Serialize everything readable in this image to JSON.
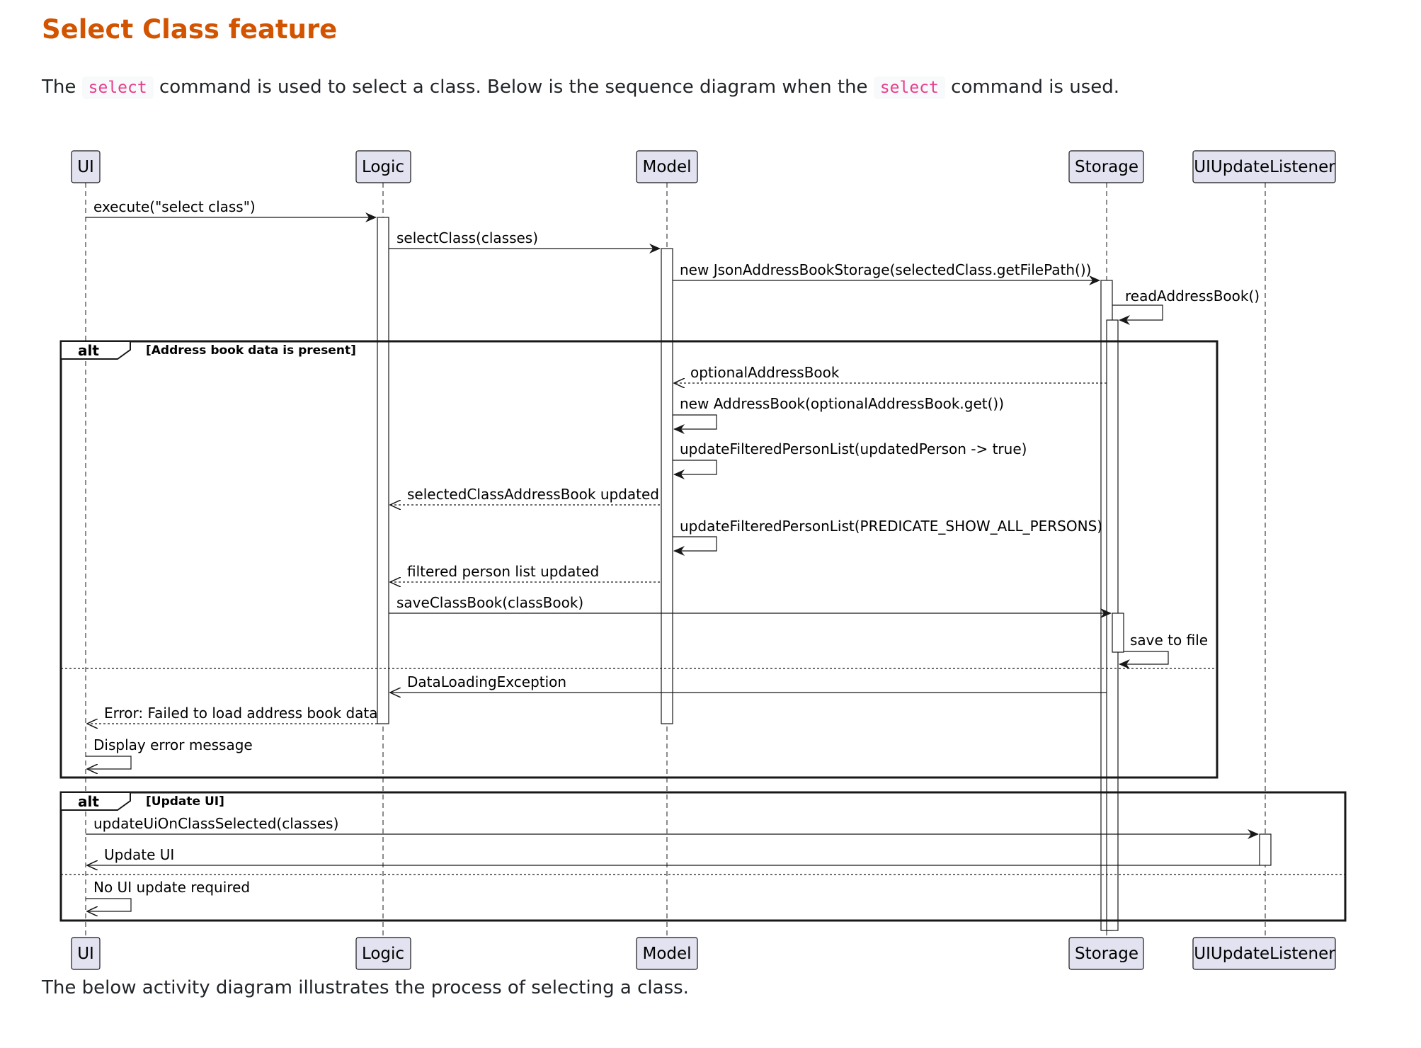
{
  "section": {
    "title": "Select Class feature",
    "intro": {
      "pre": "The",
      "code1": "select",
      "mid": "command is used to select a class. Below is the sequence diagram when the",
      "code2": "select",
      "post": "command is used."
    },
    "outro": "The below activity diagram illustrates the process of selecting a class."
  },
  "diagram": {
    "participants": [
      "UI",
      "Logic",
      "Model",
      "Storage",
      "UIUpdateListener"
    ],
    "messages": [
      {
        "id": "m1",
        "text": "execute(\"select class\")"
      },
      {
        "id": "m2",
        "text": "selectClass(classes)"
      },
      {
        "id": "m3",
        "text": "new JsonAddressBookStorage(selectedClass.getFilePath())"
      },
      {
        "id": "m4",
        "text": "readAddressBook()"
      },
      {
        "id": "m5",
        "text": "optionalAddressBook"
      },
      {
        "id": "m6",
        "text": "new AddressBook(optionalAddressBook.get())"
      },
      {
        "id": "m7",
        "text": "updateFilteredPersonList(updatedPerson -> true)"
      },
      {
        "id": "m8",
        "text": "selectedClassAddressBook updated"
      },
      {
        "id": "m9",
        "text": "updateFilteredPersonList(PREDICATE_SHOW_ALL_PERSONS)"
      },
      {
        "id": "m10",
        "text": "filtered person list updated"
      },
      {
        "id": "m11",
        "text": "saveClassBook(classBook)"
      },
      {
        "id": "m12",
        "text": "save to file"
      },
      {
        "id": "m13",
        "text": "DataLoadingException"
      },
      {
        "id": "m14",
        "text": "Error: Failed to load address book data"
      },
      {
        "id": "m15",
        "text": "Display error message"
      },
      {
        "id": "m16",
        "text": "updateUiOnClassSelected(classes)"
      },
      {
        "id": "m17",
        "text": "Update UI"
      },
      {
        "id": "m18",
        "text": "No UI update required"
      }
    ],
    "fragments": [
      {
        "operator": "alt",
        "guard": "[Address book data is present]"
      },
      {
        "operator": "alt",
        "guard": "[Update UI]"
      }
    ],
    "colors": {
      "participant_fill": "#e2e2f0",
      "participant_border": "#181818",
      "lines": "#181818",
      "title": "#d35400",
      "code": "#e83e8c"
    }
  }
}
